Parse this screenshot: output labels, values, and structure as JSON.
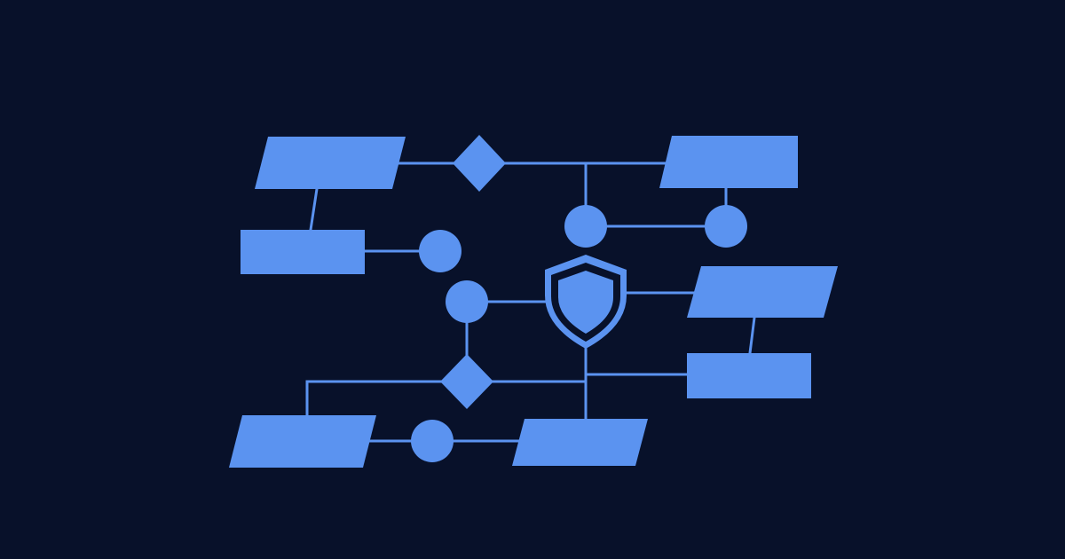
{
  "colors": {
    "background": "#08112a",
    "node": "#5b93f0",
    "connector": "#5b93f0",
    "shield_outline": "#08112a"
  },
  "diagram": {
    "type": "flowchart",
    "center_icon": "shield-icon",
    "node_kinds": [
      "parallelogram",
      "rectangle",
      "diamond",
      "circle"
    ],
    "labels": []
  }
}
